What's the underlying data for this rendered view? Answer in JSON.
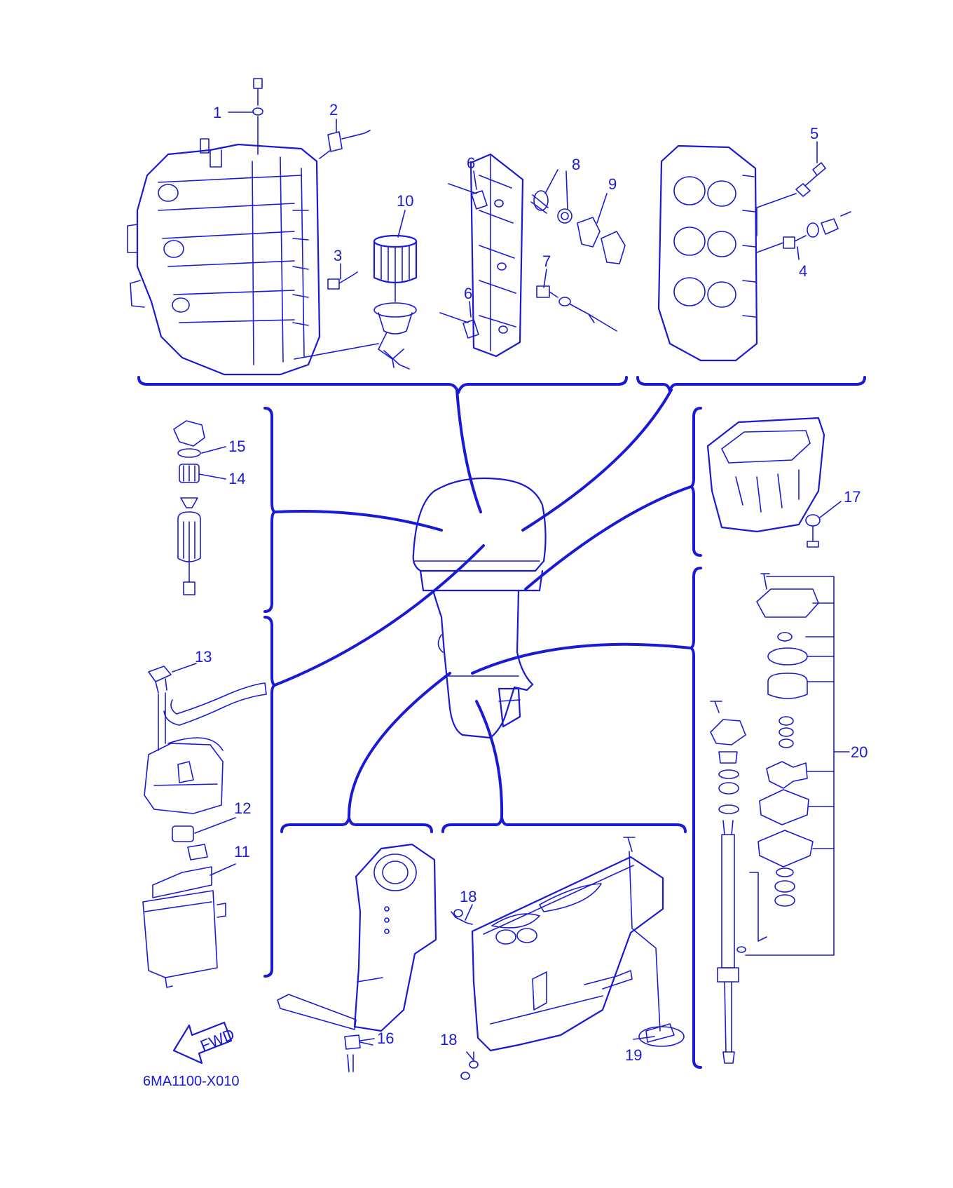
{
  "diagram": {
    "ink_color": "#1a1ad6",
    "background": "#ffffff",
    "drawing_code": "6MA1100-X010",
    "fwd_label": "FWD",
    "callouts": [
      {
        "id": "1",
        "label": "1"
      },
      {
        "id": "2",
        "label": "2"
      },
      {
        "id": "3",
        "label": "3"
      },
      {
        "id": "4",
        "label": "4"
      },
      {
        "id": "5",
        "label": "5"
      },
      {
        "id": "6a",
        "label": "6"
      },
      {
        "id": "6b",
        "label": "6"
      },
      {
        "id": "7",
        "label": "7"
      },
      {
        "id": "8",
        "label": "8"
      },
      {
        "id": "9",
        "label": "9"
      },
      {
        "id": "10",
        "label": "10"
      },
      {
        "id": "11",
        "label": "11"
      },
      {
        "id": "12",
        "label": "12"
      },
      {
        "id": "13",
        "label": "13"
      },
      {
        "id": "14",
        "label": "14"
      },
      {
        "id": "15",
        "label": "15"
      },
      {
        "id": "16",
        "label": "16"
      },
      {
        "id": "17",
        "label": "17"
      },
      {
        "id": "18a",
        "label": "18"
      },
      {
        "id": "18b",
        "label": "18"
      },
      {
        "id": "19",
        "label": "19"
      },
      {
        "id": "20",
        "label": "20"
      }
    ]
  }
}
